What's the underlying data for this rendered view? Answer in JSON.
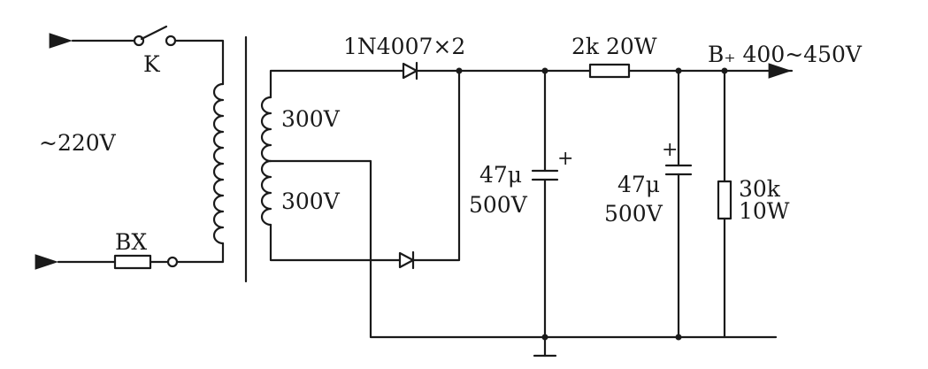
{
  "labels": {
    "switch": "K",
    "input_voltage": "~220V",
    "fuse": "BX",
    "secondary_upper": "300V",
    "secondary_lower": "300V",
    "diodes": "1N4007×2",
    "series_resistor": "2k 20W",
    "output": "B₊ 400~450V",
    "cap1_value": "47μ",
    "cap1_voltage": "500V",
    "cap2_value": "47μ",
    "cap2_voltage": "500V",
    "bleeder_value": "30k",
    "bleeder_power": "10W",
    "plus_sign": "+"
  }
}
